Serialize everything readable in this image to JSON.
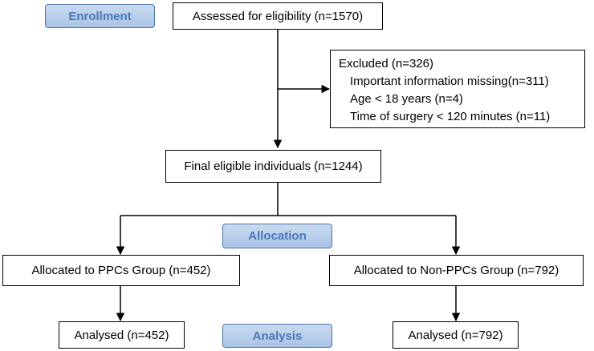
{
  "phases": {
    "enrollment": "Enrollment",
    "allocation": "Allocation",
    "analysis": "Analysis"
  },
  "boxes": {
    "assessed": "Assessed for eligibility (n=1570)",
    "excluded": {
      "title": "Excluded (n=326)",
      "items": [
        "Important information missing(n=311)",
        "Age < 18 years (n=4)",
        "Time of surgery < 120 minutes (n=11)"
      ]
    },
    "final": "Final eligible individuals (n=1244)",
    "allocated_ppcs": "Allocated to PPCs Group (n=452)",
    "allocated_non_ppcs": "Allocated to Non-PPCs Group (n=792)",
    "analysed_ppcs": "Analysed (n=452)",
    "analysed_non_ppcs": "Analysed (n=792)"
  },
  "colors": {
    "phase_fill": "#a9c3e6",
    "phase_text": "#4a78b8",
    "phase_border": "#4f75a9"
  }
}
